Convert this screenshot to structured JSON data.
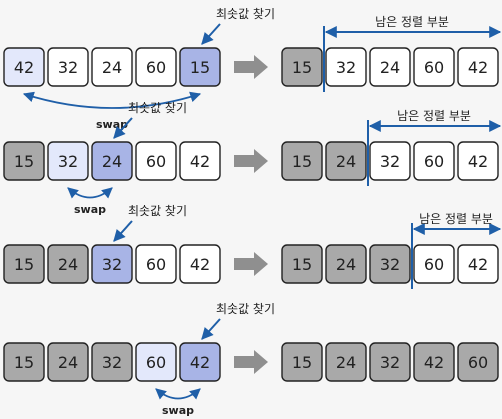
{
  "labels": {
    "find_min": "최솟값 찾기",
    "swap": "swap",
    "remaining": "남은 정렬 부분"
  },
  "colors": {
    "sorted": "#a9a9a9",
    "selected": "#a8b4e6",
    "compare": "#e3e8fb",
    "plain": "#ffffff",
    "arrow": "#1f5fa8",
    "big_arrow": "#8f8f8f",
    "border": "#222222"
  },
  "steps": [
    {
      "before": [
        42,
        32,
        24,
        60,
        15
      ],
      "before_states": [
        "compare",
        "plain",
        "plain",
        "plain",
        "selected"
      ],
      "min_index": 4,
      "swap": [
        0,
        4
      ],
      "after": [
        15,
        32,
        24,
        60,
        42
      ],
      "sorted_count": 1
    },
    {
      "before": [
        15,
        32,
        24,
        60,
        42
      ],
      "before_states": [
        "sorted",
        "compare",
        "selected",
        "plain",
        "plain"
      ],
      "min_index": 2,
      "swap": [
        1,
        2
      ],
      "after": [
        15,
        24,
        32,
        60,
        42
      ],
      "sorted_count": 2
    },
    {
      "before": [
        15,
        24,
        32,
        60,
        42
      ],
      "before_states": [
        "sorted",
        "sorted",
        "selected",
        "plain",
        "plain"
      ],
      "min_index": 2,
      "swap": null,
      "after": [
        15,
        24,
        32,
        60,
        42
      ],
      "sorted_count": 3
    },
    {
      "before": [
        15,
        24,
        32,
        60,
        42
      ],
      "before_states": [
        "sorted",
        "sorted",
        "sorted",
        "compare",
        "selected"
      ],
      "min_index": 4,
      "swap": [
        3,
        4
      ],
      "after": [
        15,
        24,
        32,
        42,
        60
      ],
      "sorted_count": 5
    }
  ]
}
